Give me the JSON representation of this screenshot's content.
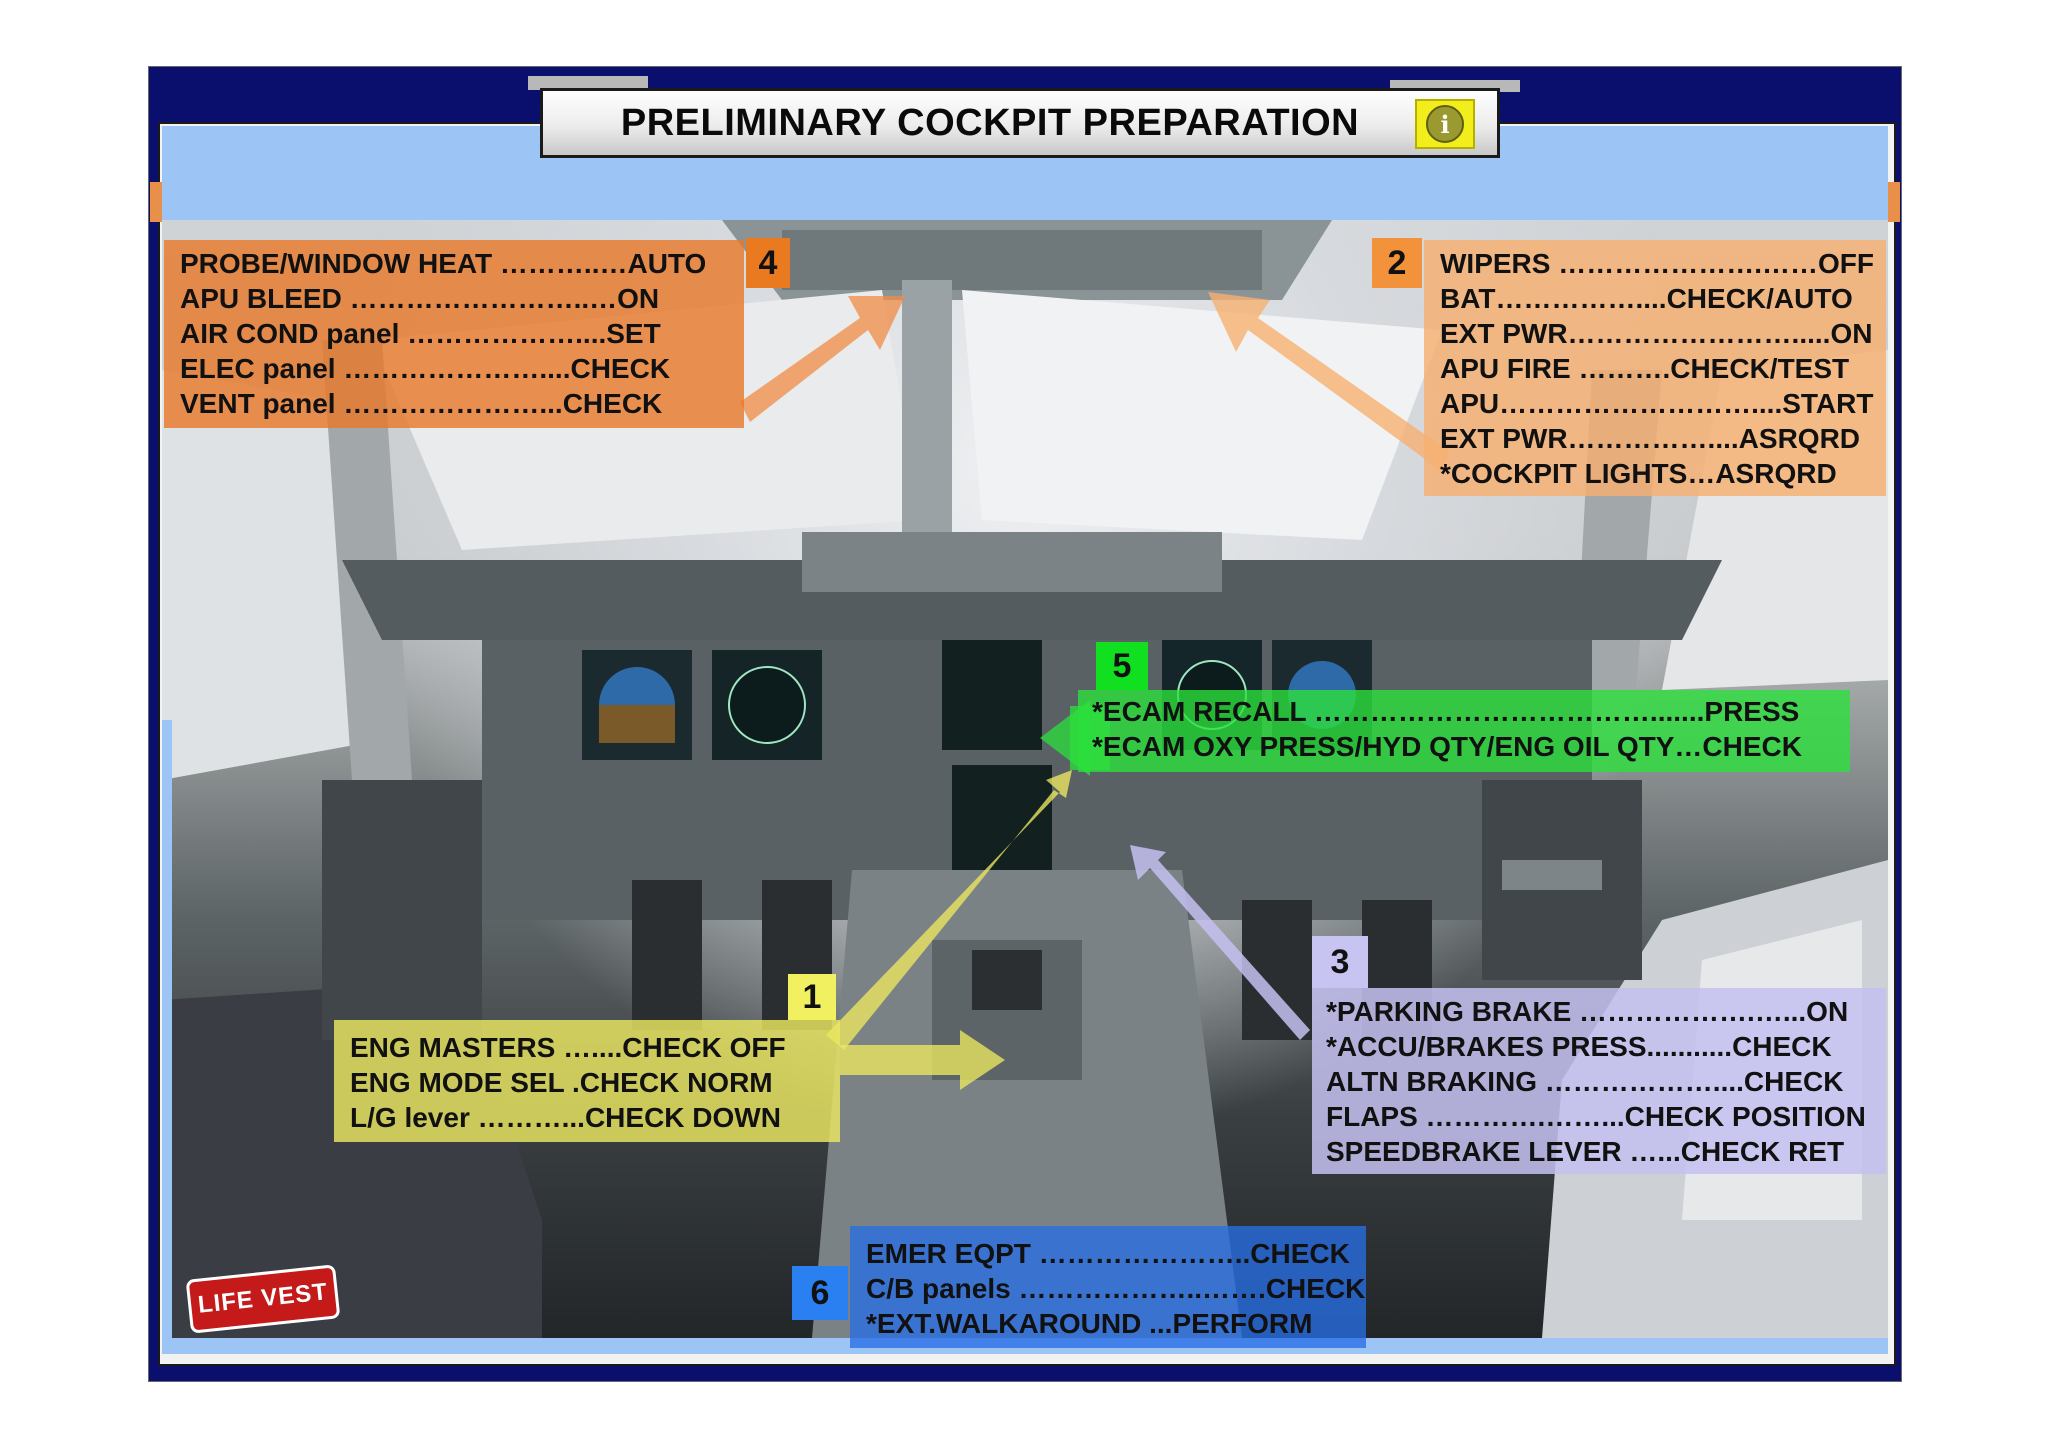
{
  "title": "PRELIMINARY COCKPIT PREPARATION",
  "info_icon": "info-icon",
  "colors": {
    "frame_navy": "#0a0f6e",
    "sky_blue": "#9cc4f4",
    "info_yellow": "#f2ee1c",
    "area4_orange": "#e87a2c",
    "area2_orange": "#f6b070",
    "area5_green": "#2ce03c",
    "area1_yellow": "#ece860",
    "area3_lilac": "#c4c0f0",
    "area6_blue": "#286ee6"
  },
  "areas": {
    "area4": {
      "number": "4",
      "lines": [
        "PROBE/WINDOW HEAT ………..…AUTO",
        "APU BLEED ……………………..…ON",
        "AIR COND panel ………………....SET",
        "ELEC panel …………………....CHECK",
        "VENT panel …………………...CHECK"
      ]
    },
    "area2": {
      "number": "2",
      "lines": [
        "WIPERS ………………….……OFF",
        "BAT……………....CHECK/AUTO",
        "EXT PWR…………………….....ON",
        "APU FIRE ……….CHECK/TEST",
        "APU………………………....START",
        "EXT PWR……………....ASRQRD",
        "*COCKPIT LIGHTS…ASRQRD"
      ]
    },
    "area5": {
      "number": "5",
      "lines": [
        "*ECAM RECALL ……………………………….......PRESS",
        "*ECAM OXY PRESS/HYD QTY/ENG OIL QTY…CHECK"
      ]
    },
    "area1": {
      "number": "1",
      "lines": [
        "ENG MASTERS …....CHECK OFF",
        "ENG MODE SEL .CHECK NORM",
        "L/G lever ………...CHECK DOWN"
      ]
    },
    "area3": {
      "number": "3",
      "lines": [
        "*PARKING BRAKE ……………….…...ON",
        "*ACCU/BRAKES PRESS...........CHECK",
        "ALTN BRAKING ………………....CHECK",
        "FLAPS ………….……...CHECK POSITION",
        "SPEEDBRAKE LEVER …...CHECK RET"
      ]
    },
    "area6": {
      "number": "6",
      "lines": [
        "EMER EQPT …………………..CHECK",
        "C/B panels ………………..…….CHECK",
        "*EXT.WALKAROUND ...PERFORM"
      ]
    }
  },
  "placard": "LIFE VEST"
}
